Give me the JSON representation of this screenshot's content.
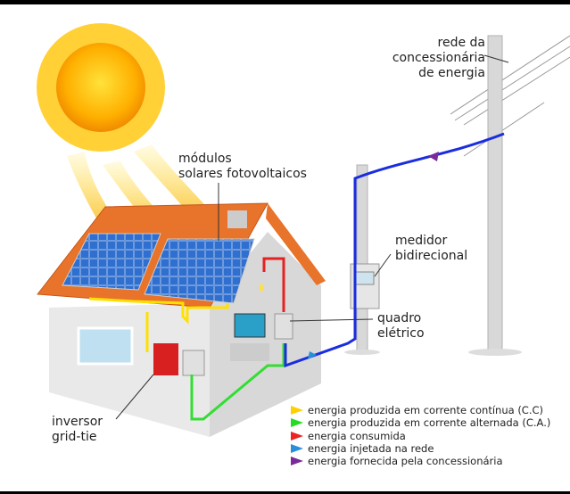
{
  "labels": {
    "modules": [
      "módulos",
      "solares fotovoltaicos"
    ],
    "grid": [
      "rede da",
      "concessionária",
      "de energia"
    ],
    "meter": [
      "medidor",
      "bidirecional"
    ],
    "panel": [
      "quadro",
      "elétrico"
    ],
    "inverter": [
      "inversor",
      "grid-tie"
    ]
  },
  "legend": [
    {
      "text": "energia produzida em corrente contínua (C.C)",
      "color": "#ffd000"
    },
    {
      "text": "energia produzida em corrente alternada (C.A.)",
      "color": "#22dd22"
    },
    {
      "text": "energia consumida",
      "color": "#ee2222"
    },
    {
      "text": "energia injetada na rede",
      "color": "#2a8fd8"
    },
    {
      "text": "energia fornecida pela concessionária",
      "color": "#7a2a9a"
    }
  ]
}
